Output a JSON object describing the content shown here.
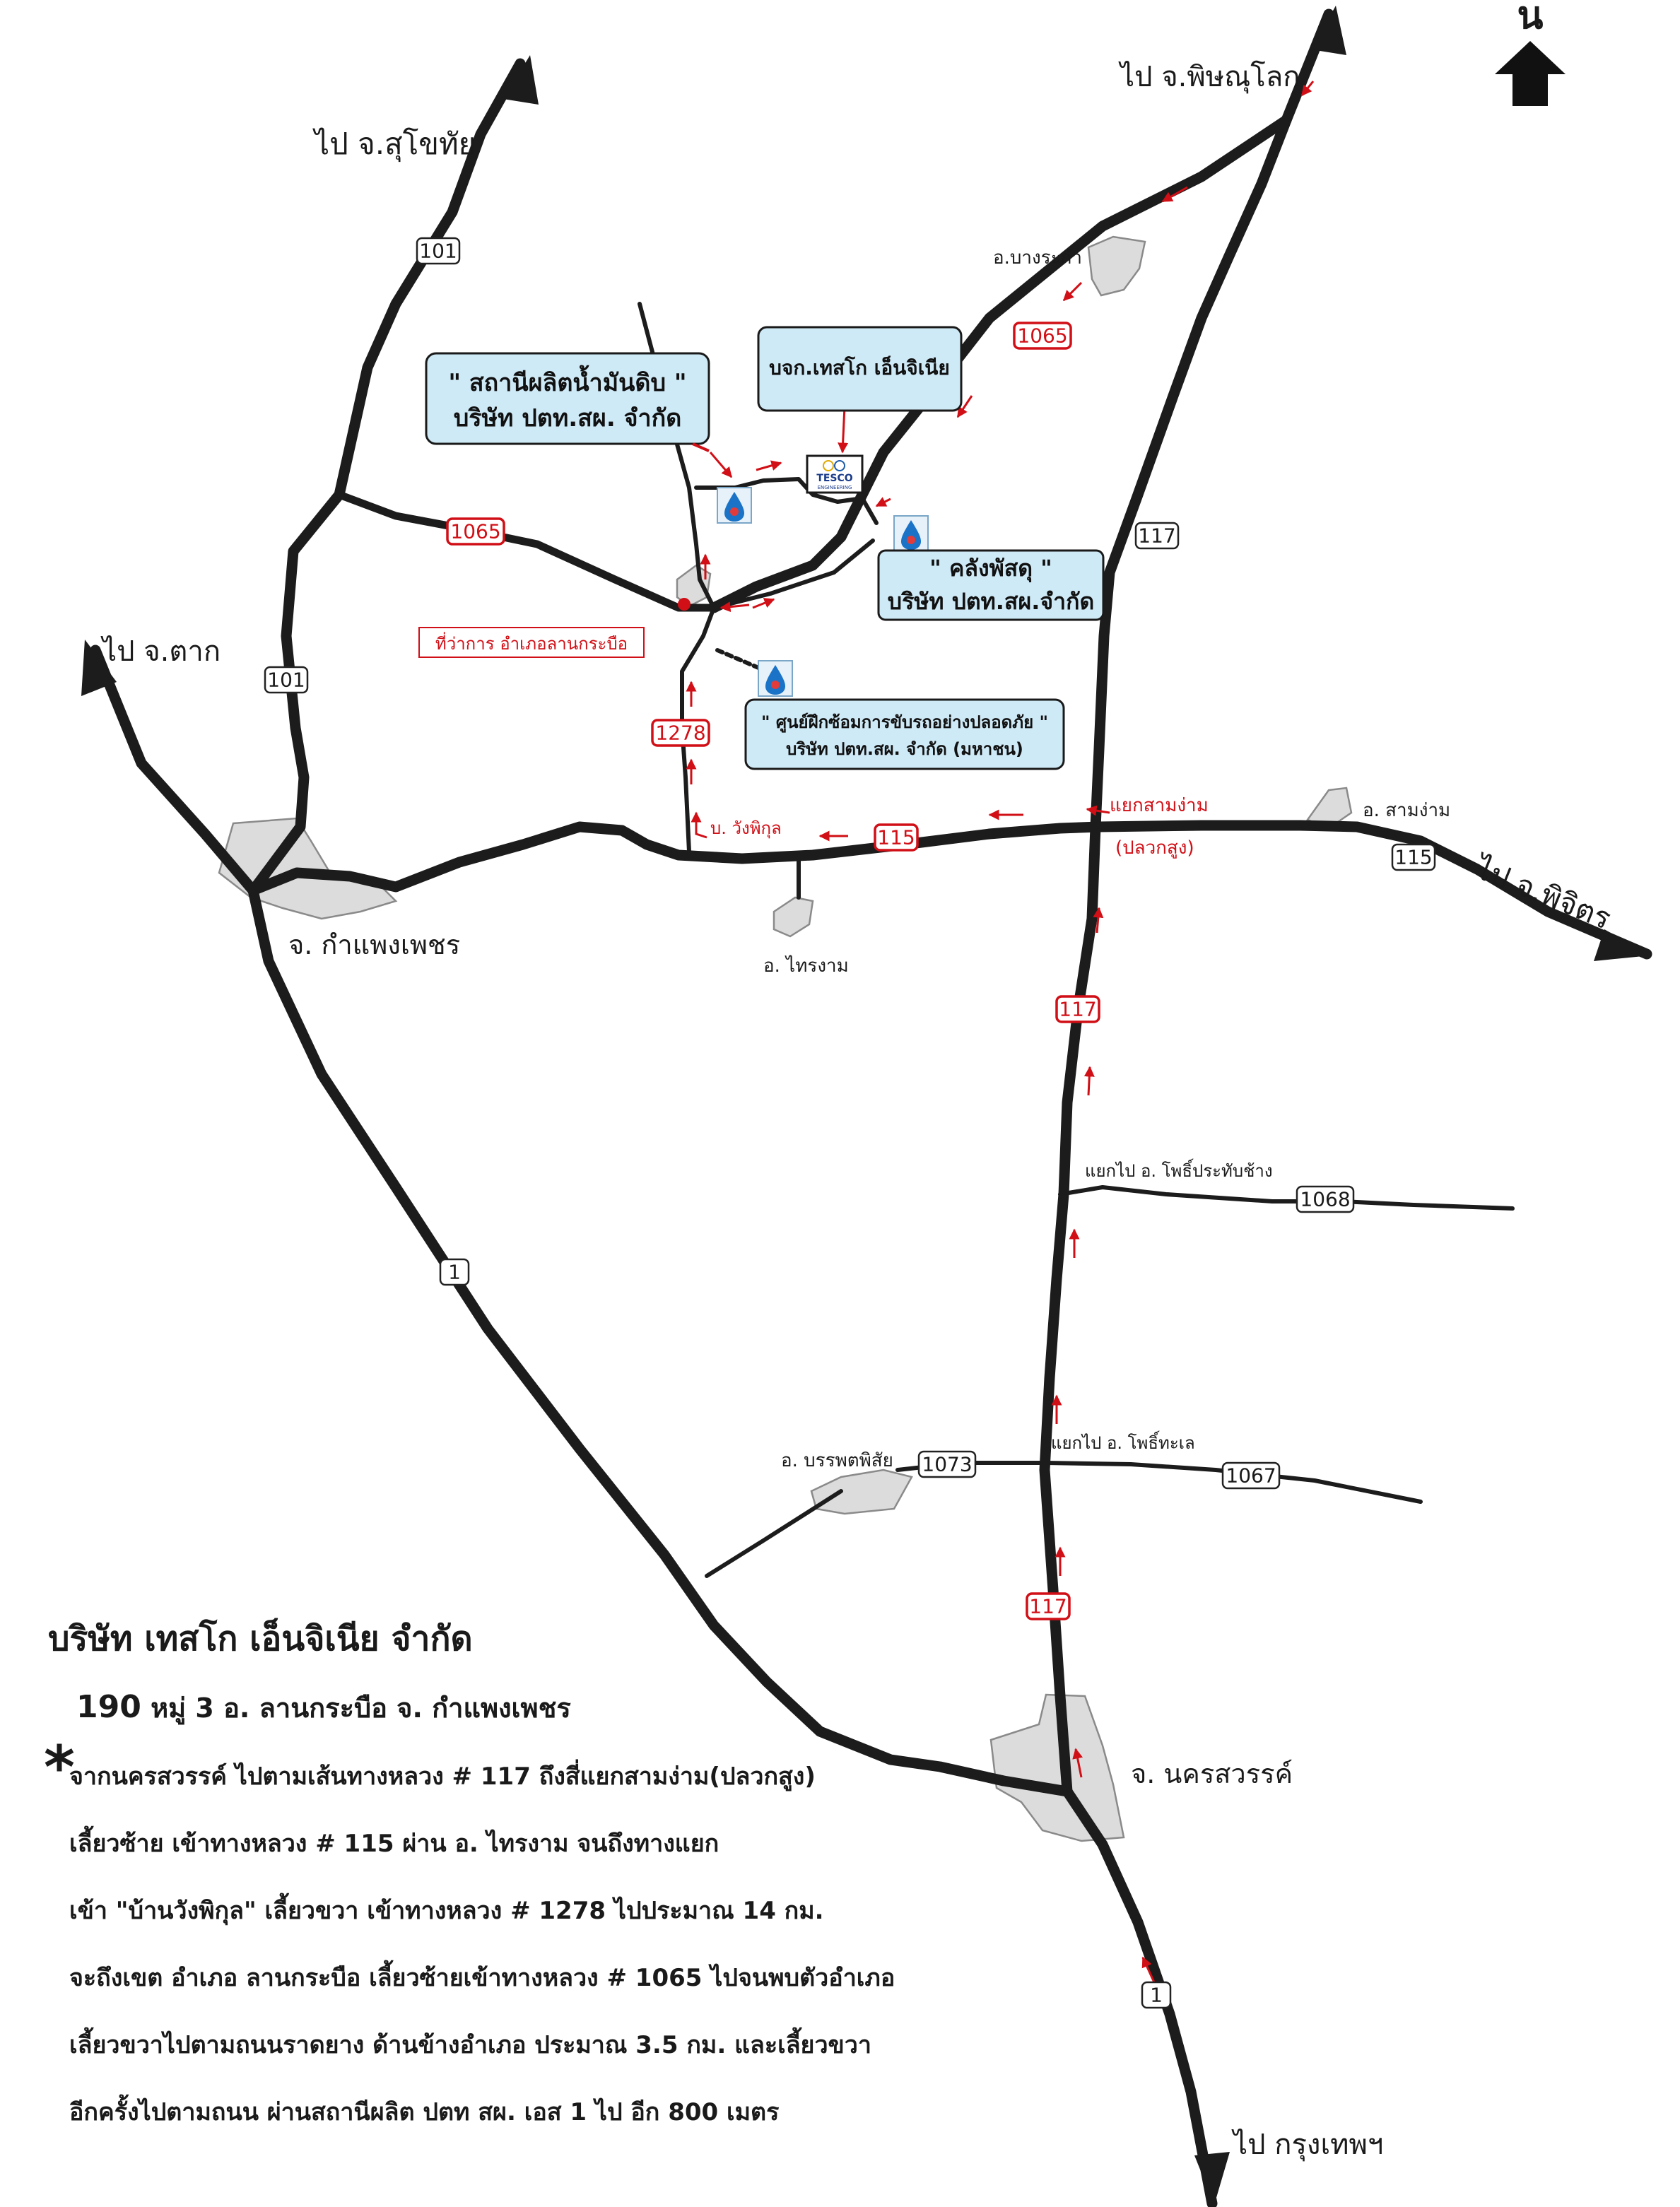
{
  "north": {
    "label": "น"
  },
  "destinations": {
    "sukhothai": "ไป จ.สุโขทัย",
    "phitsanulok": "ไป จ.พิษณุโลก",
    "tak": "ไป จ.ตาก",
    "phichit": "ไป จ.พิจิตร",
    "bangkok": "ไป กรุงเทพฯ"
  },
  "towns": {
    "bang_rakam": "อ.บางระกำ",
    "sam_ngam": "อ. สามง่าม",
    "kamphaeng_phet": "จ. กำแพงเพชร",
    "sai_ngam": "อ. ไทรงาม",
    "banphot_phisai": "อ. บรรพตพิสัย",
    "nakhon_sawan": "จ. นครสวรรค์"
  },
  "places": {
    "district_office": "ที่ว่าการ อำเภอลานกระบือ",
    "wang_phikun": "บ. วังพิกุล",
    "sam_ngam_junction": "แยกสามง่าม",
    "plak_sung": "(ปลวกสูง)",
    "to_pho_prathap_chang": "แยกไป อ. โพธิ์ประทับช้าง",
    "to_pho_thale": "แยกไป อ. โพธิ์ทะเล"
  },
  "callouts": {
    "production_station": {
      "line1": "\" สถานีผลิตน้ำมันดิบ \"",
      "line2": "บริษัท ปตท.สผ. จำกัด"
    },
    "tesco": {
      "line1": "บจก.เทสโก เอ็นจิเนีย"
    },
    "warehouse": {
      "line1": "\" คลังพัสดุ \"",
      "line2": "บริษัท ปตท.สผ.จำกัด"
    },
    "training_center": {
      "line1": "\" ศูนย์ฝึกซ้อมการขับรถอย่างปลอดภัย \"",
      "line2": "บริษัท ปตท.สผ. จำกัด (มหาชน)"
    }
  },
  "logo": {
    "brand": "TESCO",
    "sub": "ENGINEERING"
  },
  "routes": {
    "r101_a": "101",
    "r101_b": "101",
    "r1065_w": "1065",
    "r1065_e": "1065",
    "r117_n": "117",
    "r117_m": "117",
    "r117_s": "117",
    "r1278": "1278",
    "r115_w": "115",
    "r115_e": "115",
    "r1068": "1068",
    "r1073": "1073",
    "r1067": "1067",
    "r1_a": "1",
    "r1_b": "1"
  },
  "info": {
    "company": "บริษัท เทสโก เอ็นจิเนีย จำกัด",
    "address_num": "190",
    "address_rest": " หมู่ 3 อ. ลานกระบือ จ. กำแพงเพชร",
    "asterisk": "*",
    "directions": [
      "จากนครสวรรค์ ไปตามเส้นทางหลวง # 117  ถึงสี่แยกสามง่าม(ปลวกสูง)",
      "เลี้ยวซ้าย เข้าทางหลวง # 115  ผ่าน อ. ไทรงาม จนถึงทางแยก",
      "เข้า \"บ้านวังพิกุล\" เลี้ยวขวา เข้าทางหลวง # 1278 ไปประมาณ  14  กม.",
      "จะถึงเขต อำเภอ ลานกระบือ เลี้ยวซ้ายเข้าทางหลวง # 1065 ไปจนพบตัวอำเภอ",
      "เลี้ยวขวาไปตามถนนราดยาง ด้านข้างอำเภอ ประมาณ 3.5 กม. และเลี้ยวขวา",
      "อีกครั้งไปตามถนน ผ่านสถานีผลิต ปตท สผ. เอส  1 ไป อีก 800 เมตร"
    ]
  },
  "colors": {
    "road": "#1c1c1c",
    "route_red": "#d10f16",
    "callout_bg": "#cfeaf7",
    "town_fill": "#dcdcdc",
    "ptt_blue": "#1a73c7"
  }
}
